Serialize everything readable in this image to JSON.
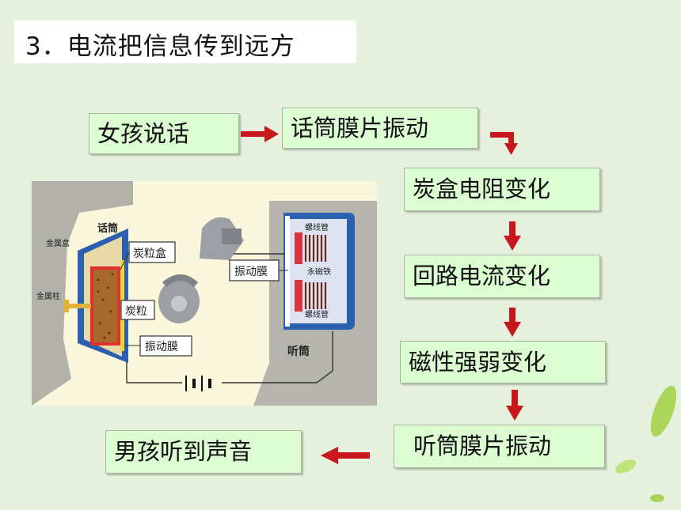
{
  "title": "3．电流把信息传到远方",
  "flow": {
    "girl_speaks": "女孩说话",
    "mic_vibrate": "话筒膜片振动",
    "carbon_change": "炭盒电阻变化",
    "current_change": "回路电流变化",
    "magnet_change": "磁性强弱变化",
    "receiver_vibrate": "听筒膜片振动",
    "boy_hears": "男孩听到声音"
  },
  "diagram": {
    "mic_label": "话筒",
    "metal_box": "金属盒",
    "carbon_box": "炭粒盒",
    "metal_post": "金属柱",
    "carbon_grains": "炭粒",
    "mic_membrane": "振动膜",
    "receiver_membrane": "振动膜",
    "coil_top": "螺线管",
    "magnet": "永磁铁",
    "coil_bottom": "螺线管",
    "receiver_label": "听筒"
  },
  "colors": {
    "arrow": "#c8161d",
    "box_fill": "#dcfcd2",
    "background": "#e6f1dd"
  }
}
